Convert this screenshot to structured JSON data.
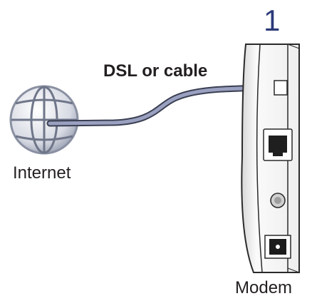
{
  "diagram": {
    "step_number": "1",
    "cable_label": "DSL or cable",
    "internet_label": "Internet",
    "modem_label": "Modem"
  },
  "colors": {
    "step_accent": "#2b3a7a",
    "cable": "#7a83a6",
    "globe": "#8f96a8",
    "modem_body": "#f2f2f2",
    "outline": "#2a2a2a"
  },
  "icons": [
    "globe-icon",
    "cable",
    "modem-device",
    "ethernet-port-icon",
    "dsl-port-icon",
    "power-button-icon",
    "power-jack-icon"
  ]
}
